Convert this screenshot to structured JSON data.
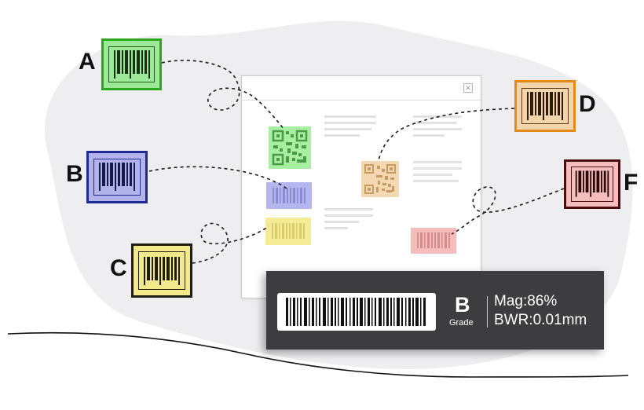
{
  "labels": {
    "a": "A",
    "b": "B",
    "c": "C",
    "d": "D",
    "e": "F"
  },
  "colors": {
    "green": "#9ee89a",
    "green_border": "#29a81d",
    "blue": "#b3b3ec",
    "blue_border": "#1f2b93",
    "yellow": "#f2e88c",
    "yellow_border": "#1d1d10",
    "orange": "#f3d4ab",
    "orange_border": "#e58a17",
    "red": "#f4bebe",
    "red_border": "#4a0c0c",
    "panel": "#3d3d3f"
  },
  "verification": {
    "grade": "B",
    "grade_label": "Grade",
    "mag": "Mag:86%",
    "bwr": "BWR:0.01mm"
  },
  "icons": {
    "window_close": "close-icon"
  }
}
